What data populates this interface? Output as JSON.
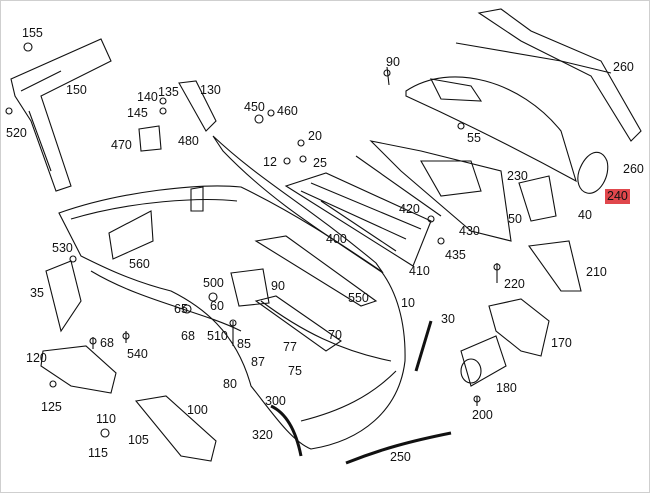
{
  "highlight_color": "#e0474c",
  "labels": {
    "l155": "155",
    "l150": "150",
    "l520": "520",
    "l90a": "90",
    "l260a": "260",
    "l140": "140",
    "l135": "135",
    "l130": "130",
    "l145": "145",
    "l450": "450",
    "l460": "460",
    "l470": "470",
    "l480": "480",
    "l55": "55",
    "l20": "20",
    "l12": "12",
    "l25": "25",
    "l260b": "260",
    "l230": "230",
    "l240": "240",
    "l40": "40",
    "l50": "50",
    "l420": "420",
    "l430": "430",
    "l400": "400",
    "l435": "435",
    "l410": "410",
    "l530": "530",
    "l560": "560",
    "l35": "35",
    "l500": "500",
    "l90b": "90",
    "l220": "220",
    "l210": "210",
    "l550": "550",
    "l10": "10",
    "l65": "65",
    "l60": "60",
    "l68a": "68",
    "l68b": "68",
    "l510": "510",
    "l70": "70",
    "l30": "30",
    "l170": "170",
    "l540": "540",
    "l85": "85",
    "l77": "77",
    "l87": "87",
    "l120": "120",
    "l75": "75",
    "l80": "80",
    "l180": "180",
    "l125": "125",
    "l300": "300",
    "l100": "100",
    "l110": "110",
    "l200": "200",
    "l105": "105",
    "l320": "320",
    "l115": "115",
    "l250": "250"
  }
}
